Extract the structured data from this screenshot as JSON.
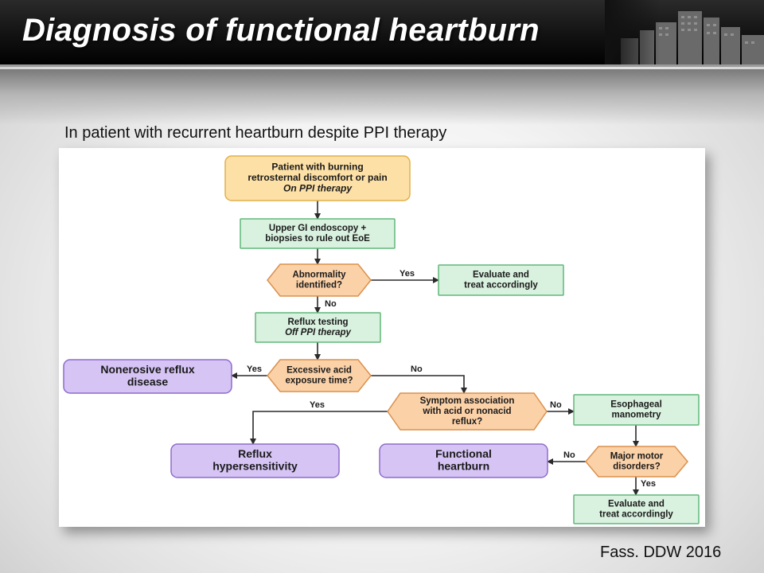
{
  "slide": {
    "title": "Diagnosis of functional heartburn",
    "subtitle": "In patient with recurrent heartburn despite PPI therapy",
    "citation": "Fass.  DDW 2016"
  },
  "colors": {
    "start_fill": "#fde0a6",
    "start_stroke": "#e2b04a",
    "process_fill": "#d9f1df",
    "process_stroke": "#61b77a",
    "decision_fill": "#fbd1a8",
    "decision_stroke": "#d9914d",
    "outcome_fill": "#d6c4f5",
    "outcome_stroke": "#8e6cc9",
    "arrow": "#2a2a2a"
  },
  "flowchart": {
    "nodes": {
      "start": [
        "Patient with burning",
        "retrosternal discomfort or pain",
        "On PPI therapy"
      ],
      "endoscopy": [
        "Upper GI endoscopy +",
        "biopsies to rule out EoE"
      ],
      "abnormality": [
        "Abnormality",
        "identified?"
      ],
      "evaluate1": [
        "Evaluate and",
        "treat accordingly"
      ],
      "reflux_testing": [
        "Reflux testing",
        "Off PPI therapy"
      ],
      "nerd": [
        "Nonerosive reflux",
        "disease"
      ],
      "excessive_acid": [
        "Excessive acid",
        "exposure time?"
      ],
      "symptom_assoc": [
        "Symptom association",
        "with acid or nonacid",
        "reflux?"
      ],
      "manometry": [
        "Esophageal",
        "manometry"
      ],
      "hypersensitivity": [
        "Reflux",
        "hypersensitivity"
      ],
      "functional": [
        "Functional",
        "heartburn"
      ],
      "motor": [
        "Major motor",
        "disorders?"
      ],
      "evaluate2": [
        "Evaluate and",
        "treat accordingly"
      ]
    },
    "edge_labels": {
      "yes": "Yes",
      "no": "No"
    }
  }
}
